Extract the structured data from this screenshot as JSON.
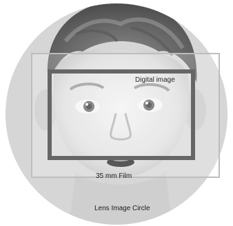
{
  "labels": {
    "digital_image": "Digital image",
    "film": "35 mm Film",
    "lens_circle": "Lens Image Circle"
  },
  "colors": {
    "circle": "#c8c8c8",
    "film_frame": "#b4b4b4",
    "digital_frame": "#5e5e5e",
    "hair": "#6f6f6f",
    "skin": "#dedede"
  }
}
